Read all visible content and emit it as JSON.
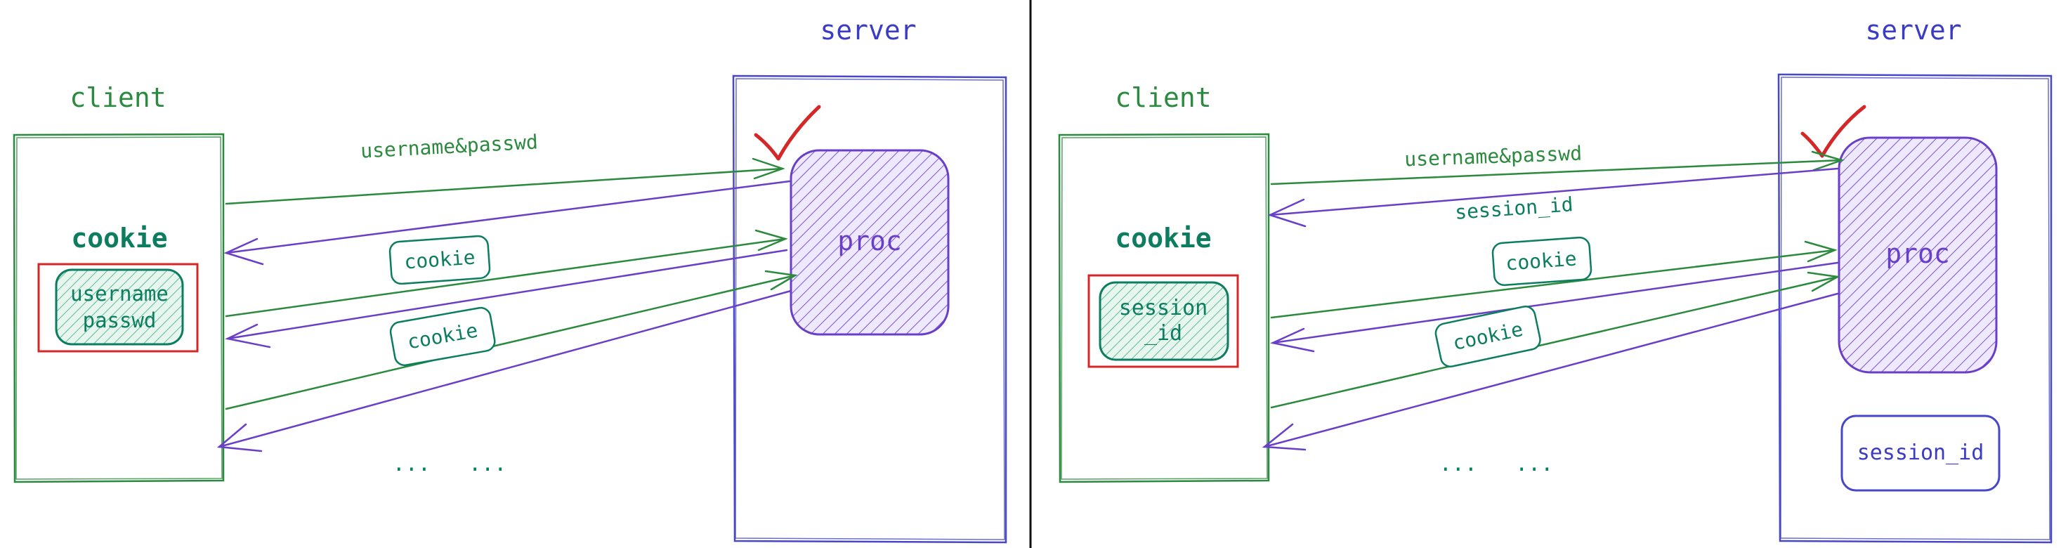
{
  "colors": {
    "green": "#2b8a3e",
    "teal": "#0c7d5f",
    "blue": "#3b3bc4",
    "purple": "#6a3fc8",
    "red": "#d42828"
  },
  "left": {
    "client_title": "client",
    "server_title": "server",
    "cookie_title": "cookie",
    "cookie_value_line1": "username",
    "cookie_value_line2": "passwd",
    "proc_label": "proc",
    "arrow_label_login": "username&passwd",
    "cookie_tag_1": "cookie",
    "cookie_tag_2": "cookie",
    "ellipsis": "...   ..."
  },
  "right": {
    "client_title": "client",
    "server_title": "server",
    "cookie_title": "cookie",
    "cookie_value_line1": "session",
    "cookie_value_line2": "_id",
    "proc_label": "proc",
    "arrow_label_login": "username&passwd",
    "arrow_label_session": "session_id",
    "cookie_tag_1": "cookie",
    "cookie_tag_2": "cookie",
    "store_label": "session_id",
    "ellipsis": "...   ..."
  }
}
